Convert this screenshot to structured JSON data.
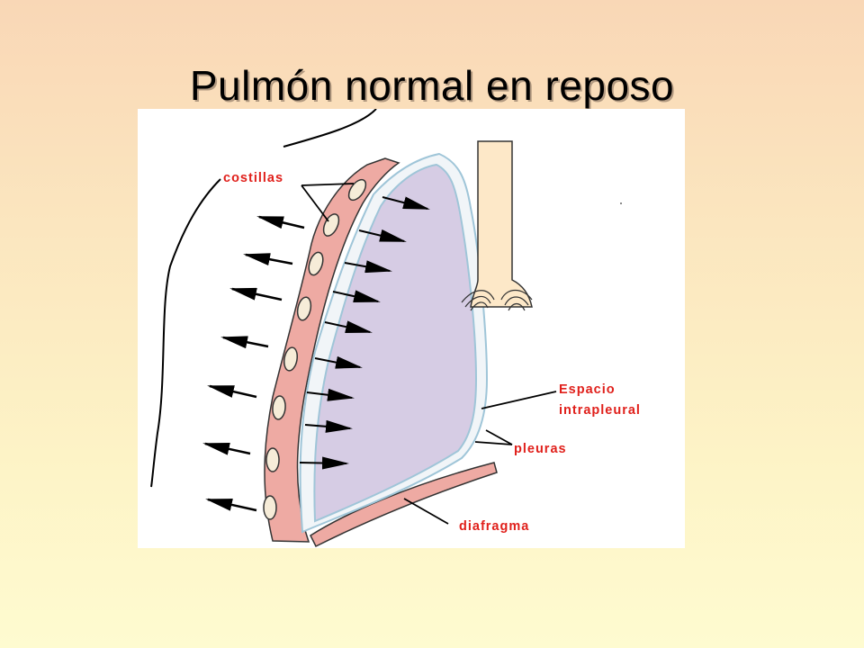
{
  "slide": {
    "title": "Pulmón normal en reposo"
  },
  "labels": {
    "costillas": "costillas",
    "espacio": "Espacio",
    "intrapleural": "intrapleural",
    "pleuras": "pleuras",
    "diafragma": "diafragma"
  },
  "colors": {
    "label_red": "#e0201b",
    "lung_fill": "#d6cce4",
    "chest_wall": "#eeaaa3",
    "rib_fill": "#f6ecd8",
    "trachea_fill": "#fde8c8",
    "pleura_line": "#9fc5d8"
  }
}
